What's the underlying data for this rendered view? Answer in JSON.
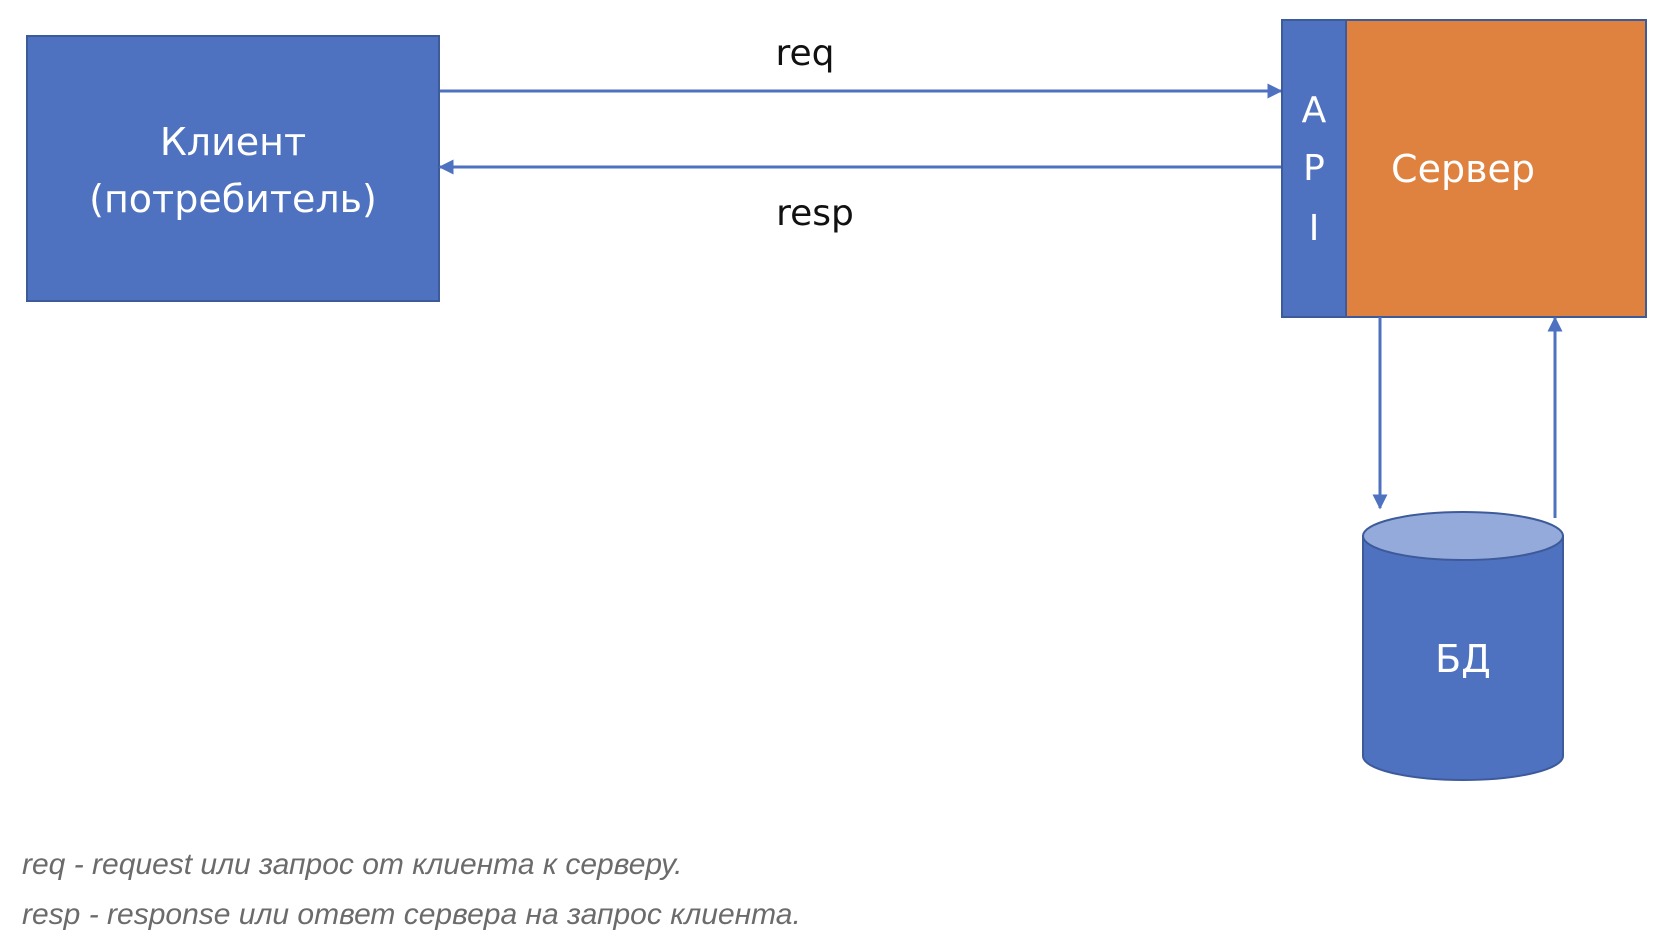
{
  "colors": {
    "blue": "#4f72c0",
    "blue_border": "#3d5a9a",
    "orange": "#df8240",
    "db_top": "#94aada",
    "arrow": "#4f72c0"
  },
  "nodes": {
    "client": {
      "line1": "Клиент",
      "line2": "(потребитель)"
    },
    "api": {
      "letters": [
        "A",
        "P",
        "I"
      ]
    },
    "server": {
      "label": "Сервер"
    },
    "database": {
      "label": "БД"
    }
  },
  "edges": {
    "req_label": "req",
    "resp_label": "resp"
  },
  "legend": [
    "req - request или запрос от клиента к серверу.",
    "resp - response или ответ сервера на запрос клиента."
  ]
}
